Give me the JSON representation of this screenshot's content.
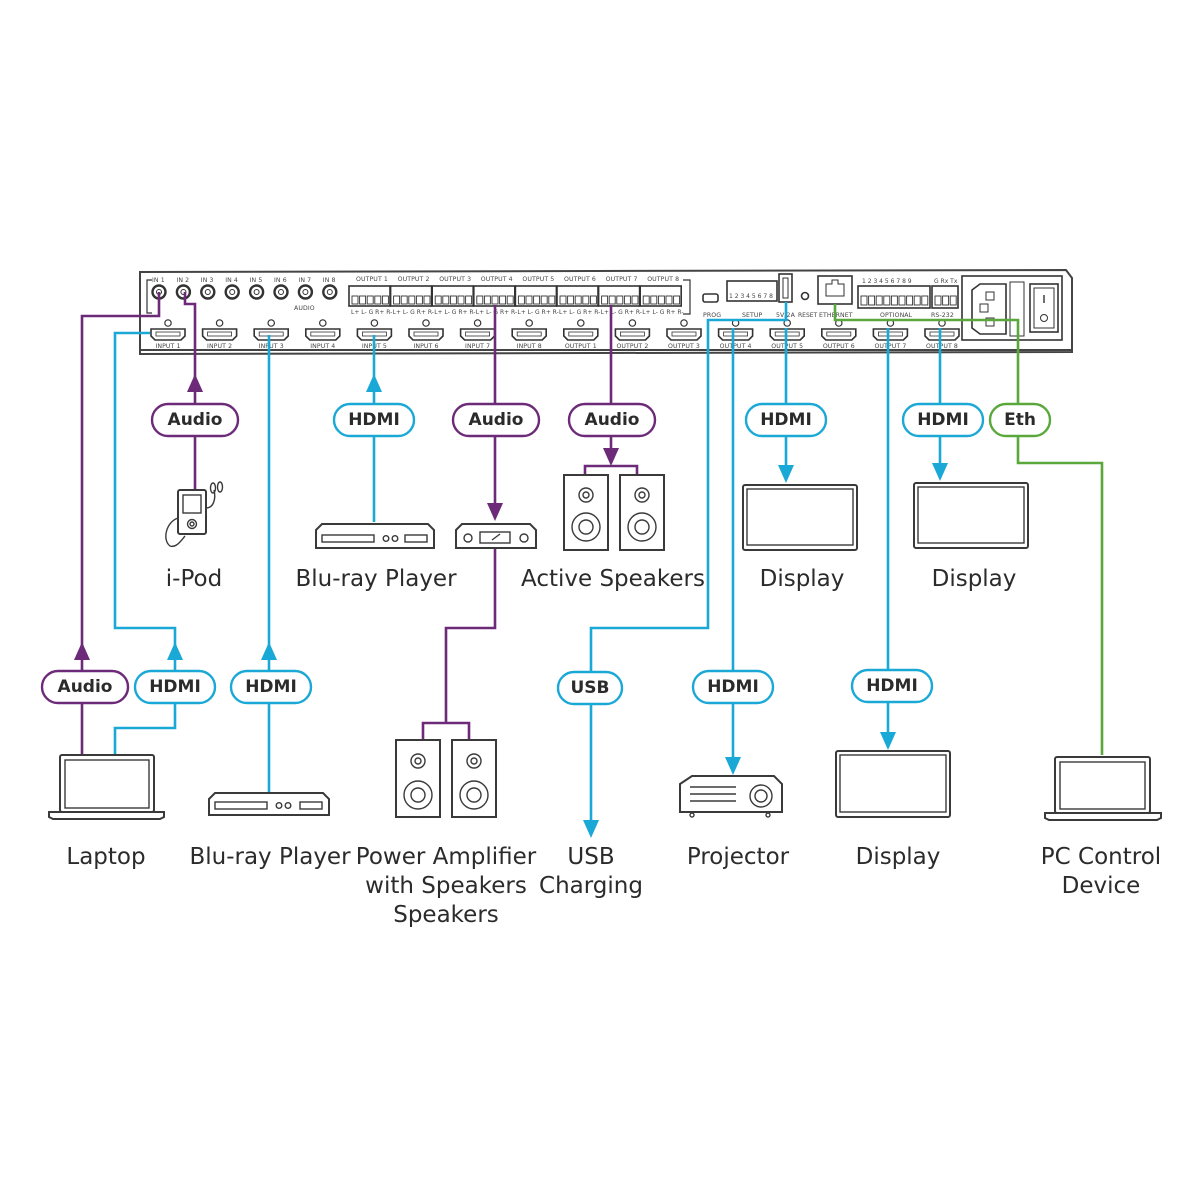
{
  "panel": {
    "audio_inputs": [
      "IN 1",
      "IN 2",
      "IN 3",
      "IN 4",
      "IN 5",
      "IN 6",
      "IN 7",
      "IN 8"
    ],
    "audio_group_label": "AUDIO",
    "audio_outputs": [
      "OUTPUT 1",
      "OUTPUT 2",
      "OUTPUT 3",
      "OUTPUT 4",
      "OUTPUT 5",
      "OUTPUT 6",
      "OUTPUT 7",
      "OUTPUT 8"
    ],
    "terminal_pins": "L+ L- G R+ R-",
    "hdmi_ports": [
      "INPUT 1",
      "INPUT 2",
      "INPUT 3",
      "INPUT 4",
      "INPUT 5",
      "INPUT 6",
      "INPUT 7",
      "INPUT 8",
      "OUTPUT 1",
      "OUTPUT 2",
      "OUTPUT 3",
      "OUTPUT 4",
      "OUTPUT 5",
      "OUTPUT 6",
      "OUTPUT 7",
      "OUTPUT 8"
    ],
    "prog_label": "PROG",
    "setup_label": "SETUP",
    "setup_dip_numbers": "1 2 3 4 5 6 7 8",
    "usb_label": "5V/2A",
    "reset_label": "RESET",
    "ethernet_label": "ETHERNET",
    "optional_label": "OPTIONAL",
    "optional_pins": "1 2 3 4 5 6 7 8 9",
    "rs232_label": "RS-232",
    "rs232_pins": "G Rx Tx"
  },
  "connection_types": {
    "hdmi": {
      "label": "HDMI",
      "color": "#1aa8d6"
    },
    "audio": {
      "label": "Audio",
      "color": "#6c2a78"
    },
    "eth": {
      "label": "Eth",
      "color": "#5aa83c"
    },
    "usb": {
      "label": "USB",
      "color": "#1aa8d6"
    }
  },
  "pills": {
    "ipod_audio": "Audio",
    "bluray_top_hdmi": "HDMI",
    "amp_audio": "Audio",
    "active_spk_audio": "Audio",
    "display1_hdmi": "HDMI",
    "display2_hdmi": "HDMI",
    "eth": "Eth",
    "laptop_audio": "Audio",
    "laptop_hdmi": "HDMI",
    "bluray_bottom_hdmi": "HDMI",
    "usb": "USB",
    "projector_hdmi": "HDMI",
    "display3_hdmi": "HDMI"
  },
  "devices": {
    "ipod": "i-Pod",
    "bluray_top": "Blu-ray Player",
    "active_speakers": "Active Speakers",
    "display1": "Display",
    "display2": "Display",
    "laptop": "Laptop",
    "bluray_bottom": "Blu-ray Player",
    "power_amp_line1": "Power Amplifier",
    "power_amp_line2": "with Speakers",
    "power_amp_line3": "Speakers",
    "usb_line1": "USB",
    "usb_line2": "Charging",
    "projector": "Projector",
    "display3": "Display",
    "pc_line1": "PC Control",
    "pc_line2": "Device"
  }
}
